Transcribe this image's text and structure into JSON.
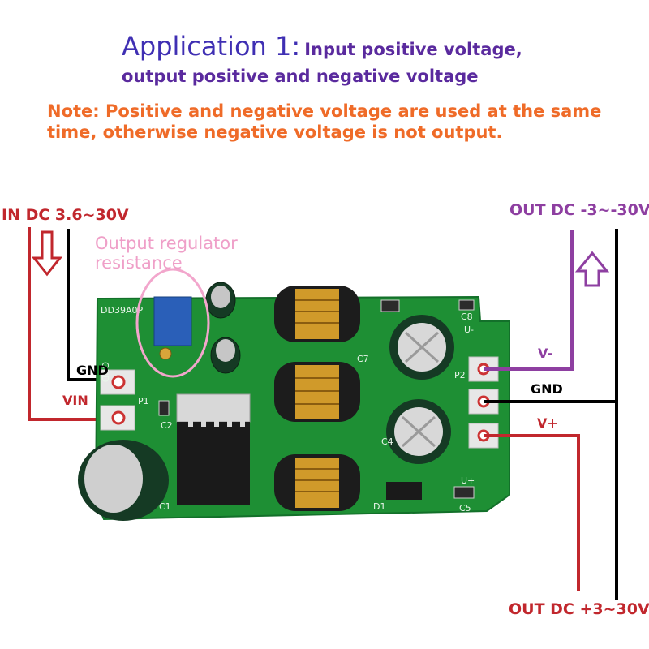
{
  "header": {
    "title_main": "Application 1:",
    "title_rest": "Input positive voltage,",
    "title_line2": "output positive and negative voltage",
    "note": "Note: Positive and negative voltage are used at the same time, otherwise negative voltage is not output."
  },
  "labels": {
    "in_dc": "IN DC 3.6~30V",
    "out_negative": "OUT DC -3~-30V",
    "out_positive": "OUT DC +3~30V",
    "regulator_note_line1": "Output regulator",
    "regulator_note_line2": "resistance",
    "gnd_left": "GND",
    "vin": "VIN",
    "v_minus": "V-",
    "gnd_right": "GND",
    "v_plus": "V+"
  },
  "board": {
    "model": "DD39A0P",
    "silkscreen": {
      "gnd": "GND",
      "p1": "P1",
      "p2": "P2",
      "c1": "C1",
      "c2": "C2",
      "c4": "C4",
      "c5": "C5",
      "c7": "C7",
      "c8": "C8",
      "d1": "D1",
      "u_plus": "U+",
      "u_minus": "U-"
    },
    "colors": {
      "pcb": "#1e8f34",
      "wire_red": "#c1272d",
      "wire_purple": "#8e3fa1",
      "wire_black": "#000000",
      "highlight": "#f2a6cc"
    }
  }
}
